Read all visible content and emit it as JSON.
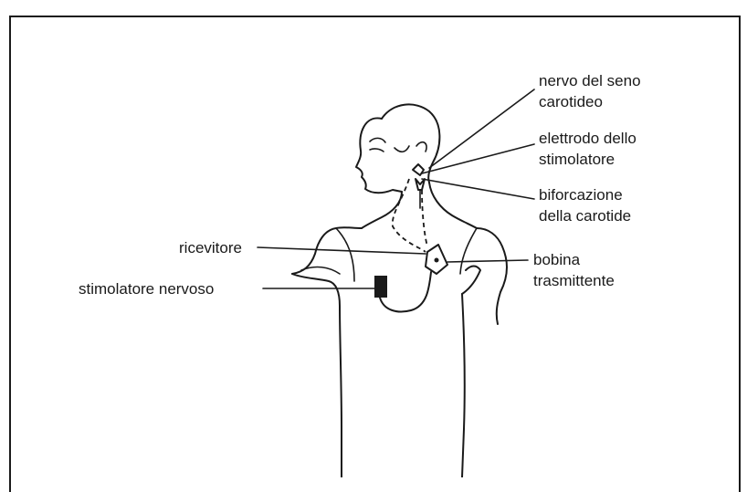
{
  "labels": {
    "nerve_line1": "nervo del seno",
    "nerve_line2": "carotideo",
    "electrode_line1": "elettrodo dello",
    "electrode_line2": "stimolatore",
    "bifurcation_line1": "biforcazione",
    "bifurcation_line2": "della carotide",
    "receiver": "ricevitore",
    "coil_line1": "bobina",
    "coil_line2": "trasmittente",
    "stimulator": "stimolatore nervoso"
  },
  "colors": {
    "ink": "#1a1a1a",
    "background": "#ffffff"
  }
}
